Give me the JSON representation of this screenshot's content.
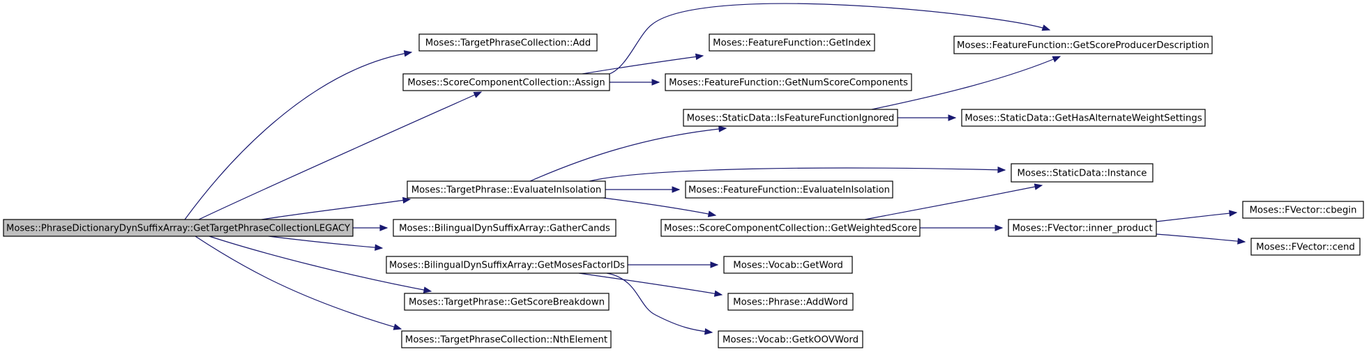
{
  "diagram": {
    "colors": {
      "edge": "#191970",
      "node_border": "#000000",
      "node_fill": "#ffffff",
      "root_fill": "#bfbfbf",
      "text": "#000000"
    },
    "nodes": [
      {
        "id": "root",
        "label": "Moses::PhraseDictionaryDynSuffixArray::GetTargetPhraseCollectionLEGACY",
        "root": true
      },
      {
        "id": "tpc_add",
        "label": "Moses::TargetPhraseCollection::Add"
      },
      {
        "id": "scc_assign",
        "label": "Moses::ScoreComponentCollection::Assign"
      },
      {
        "id": "tp_eval",
        "label": "Moses::TargetPhrase::EvaluateInIsolation"
      },
      {
        "id": "bdsa_gather",
        "label": "Moses::BilingualDynSuffixArray::GatherCands"
      },
      {
        "id": "bdsa_factor",
        "label": "Moses::BilingualDynSuffixArray::GetMosesFactorIDs"
      },
      {
        "id": "tp_breakdown",
        "label": "Moses::TargetPhrase::GetScoreBreakdown"
      },
      {
        "id": "tpc_nth",
        "label": "Moses::TargetPhraseCollection::NthElement"
      },
      {
        "id": "ff_index",
        "label": "Moses::FeatureFunction::GetIndex"
      },
      {
        "id": "ff_num",
        "label": "Moses::FeatureFunction::GetNumScoreComponents"
      },
      {
        "id": "sd_ignored",
        "label": "Moses::StaticData::IsFeatureFunctionIgnored"
      },
      {
        "id": "ff_eval",
        "label": "Moses::FeatureFunction::EvaluateInIsolation"
      },
      {
        "id": "scc_weighted",
        "label": "Moses::ScoreComponentCollection::GetWeightedScore"
      },
      {
        "id": "vocab_word",
        "label": "Moses::Vocab::GetWord"
      },
      {
        "id": "phrase_add",
        "label": "Moses::Phrase::AddWord"
      },
      {
        "id": "vocab_oov",
        "label": "Moses::Vocab::GetkOOVWord"
      },
      {
        "id": "ff_desc",
        "label": "Moses::FeatureFunction::GetScoreProducerDescription"
      },
      {
        "id": "sd_alt",
        "label": "Moses::StaticData::GetHasAlternateWeightSettings"
      },
      {
        "id": "sd_instance",
        "label": "Moses::StaticData::Instance"
      },
      {
        "id": "fv_inner",
        "label": "Moses::FVector::inner_product"
      },
      {
        "id": "fv_cbegin",
        "label": "Moses::FVector::cbegin"
      },
      {
        "id": "fv_cend",
        "label": "Moses::FVector::cend"
      }
    ],
    "edges": [
      {
        "from": "root",
        "to": "tpc_add"
      },
      {
        "from": "root",
        "to": "scc_assign"
      },
      {
        "from": "root",
        "to": "tp_eval"
      },
      {
        "from": "root",
        "to": "bdsa_gather"
      },
      {
        "from": "root",
        "to": "bdsa_factor"
      },
      {
        "from": "root",
        "to": "tp_breakdown"
      },
      {
        "from": "root",
        "to": "tpc_nth"
      },
      {
        "from": "scc_assign",
        "to": "ff_index"
      },
      {
        "from": "scc_assign",
        "to": "ff_num"
      },
      {
        "from": "scc_assign",
        "to": "ff_desc"
      },
      {
        "from": "tp_eval",
        "to": "sd_ignored"
      },
      {
        "from": "tp_eval",
        "to": "sd_instance"
      },
      {
        "from": "tp_eval",
        "to": "ff_eval"
      },
      {
        "from": "tp_eval",
        "to": "scc_weighted"
      },
      {
        "from": "sd_ignored",
        "to": "ff_desc"
      },
      {
        "from": "sd_ignored",
        "to": "sd_alt"
      },
      {
        "from": "scc_weighted",
        "to": "sd_instance"
      },
      {
        "from": "scc_weighted",
        "to": "fv_inner"
      },
      {
        "from": "fv_inner",
        "to": "fv_cbegin"
      },
      {
        "from": "fv_inner",
        "to": "fv_cend"
      },
      {
        "from": "bdsa_factor",
        "to": "vocab_word"
      },
      {
        "from": "bdsa_factor",
        "to": "phrase_add"
      },
      {
        "from": "bdsa_factor",
        "to": "vocab_oov"
      }
    ]
  }
}
